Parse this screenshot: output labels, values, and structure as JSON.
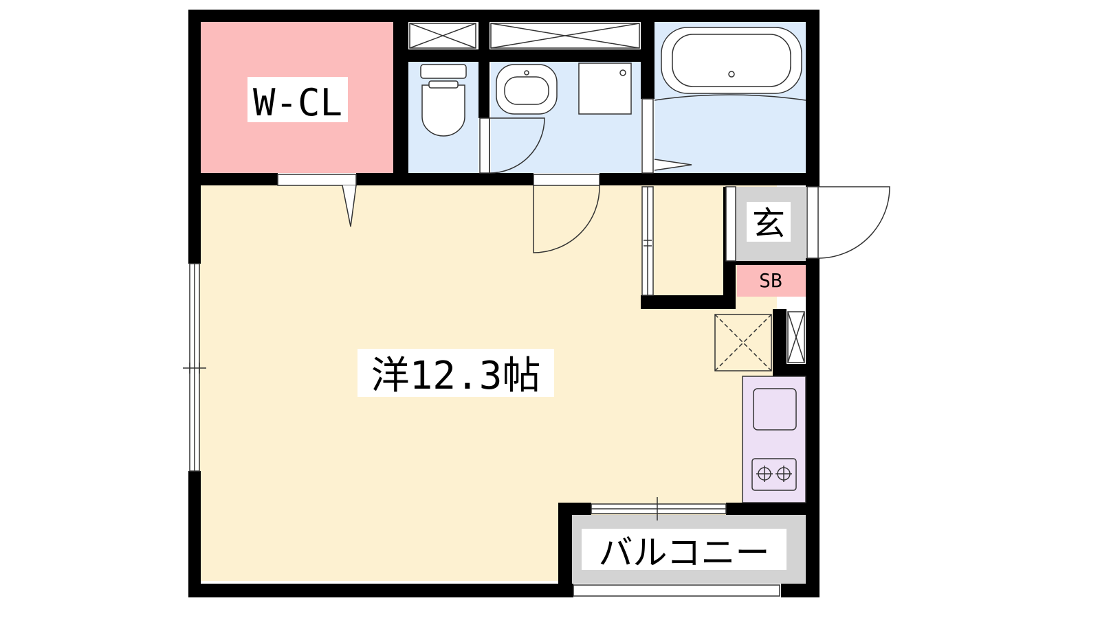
{
  "floorplan": {
    "rooms": {
      "wcl": {
        "label": "W-CL",
        "color": "#fcbcbc"
      },
      "western": {
        "label": "洋12.3帖",
        "color": "#fdf1d1"
      },
      "entrance": {
        "label": "玄",
        "color": "#d3d3d3"
      },
      "shoebox": {
        "label": "SB",
        "color": "#fcbcbc"
      },
      "balcony": {
        "label": "バルコニー",
        "color": "#d3d3d3"
      },
      "wet_area": {
        "color": "#dcebfb"
      },
      "kitchen": {
        "color": "#ede0f5"
      }
    },
    "wall_color": "#000000",
    "line_color": "#333333"
  }
}
